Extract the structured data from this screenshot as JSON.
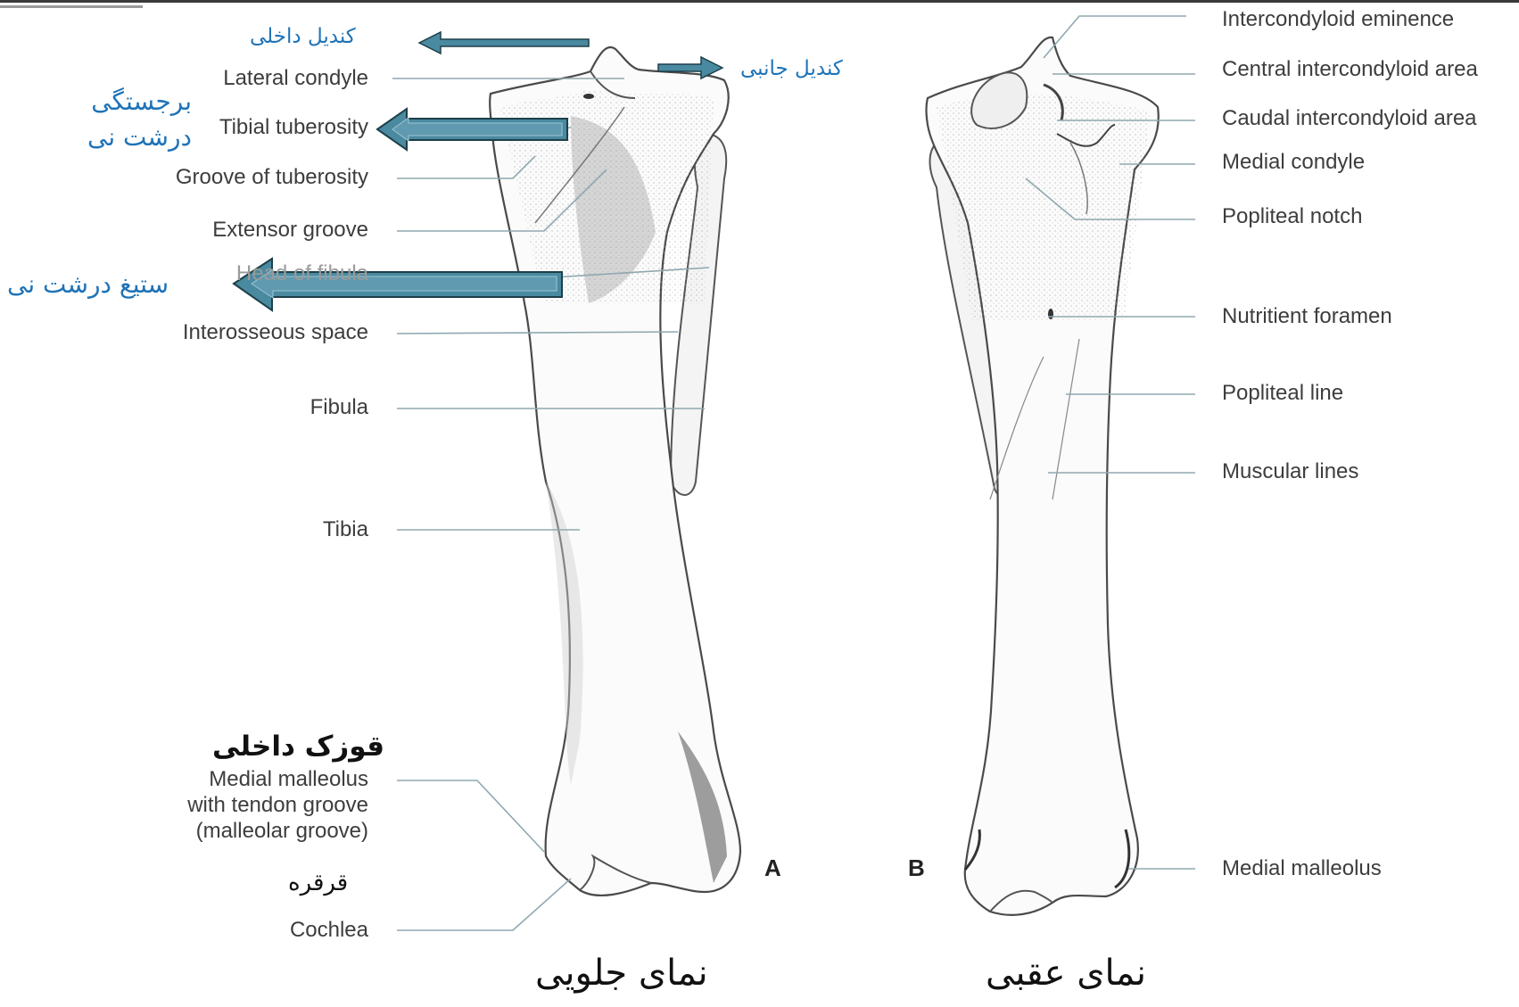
{
  "anterior_labels": [
    {
      "key": "lateral_condyle",
      "text": "Lateral condyle"
    },
    {
      "key": "tibial_tuberosity",
      "text": "Tibial tuberosity"
    },
    {
      "key": "groove_tuberosity",
      "text": "Groove of tuberosity"
    },
    {
      "key": "extensor_groove",
      "text": "Extensor groove"
    },
    {
      "key": "head_fibula",
      "text": "Head of fibula"
    },
    {
      "key": "interosseous_space",
      "text": "Interosseous space"
    },
    {
      "key": "fibula",
      "text": "Fibula"
    },
    {
      "key": "tibia",
      "text": "Tibia"
    },
    {
      "key": "medial_malleolus_1",
      "text": "Medial malleolus"
    },
    {
      "key": "medial_malleolus_2",
      "text": "with tendon groove"
    },
    {
      "key": "medial_malleolus_3",
      "text": "(malleolar groove)"
    },
    {
      "key": "cochlea",
      "text": "Cochlea"
    }
  ],
  "posterior_labels": [
    {
      "key": "intercondyloid_eminence",
      "text": "Intercondyloid eminence"
    },
    {
      "key": "central_area",
      "text": "Central intercondyloid area"
    },
    {
      "key": "caudal_area",
      "text": "Caudal intercondyloid area"
    },
    {
      "key": "medial_condyle",
      "text": "Medial condyle"
    },
    {
      "key": "popliteal_notch",
      "text": "Popliteal notch"
    },
    {
      "key": "nutrient_foramen",
      "text": "Nutritient foramen"
    },
    {
      "key": "popliteal_line",
      "text": "Popliteal line"
    },
    {
      "key": "muscular_lines",
      "text": "Muscular lines"
    },
    {
      "key": "medial_malleolus_b",
      "text": "Medial malleolus"
    }
  ],
  "persian": {
    "medial_condyle": "کندیل داخلی",
    "lateral_condyle": "کندیل جانبی",
    "tuberosity_line1": "برجستگی",
    "tuberosity_line2": "درشت نی",
    "crest": "ستیغ درشت نی",
    "medial_malleolus": "قوزک داخلی",
    "cochlea": "قرقره"
  },
  "views": {
    "anterior": "نمای  جلویی",
    "posterior": "نمای عقبی"
  },
  "letters": {
    "a": "A",
    "b": "B"
  },
  "colors": {
    "arrow_fill": "#4a8aa0",
    "arrow_edge": "#1d3f4a",
    "leader": "#8fa8b0",
    "bone_line": "#555555",
    "blue_text": "#1f73b7"
  }
}
